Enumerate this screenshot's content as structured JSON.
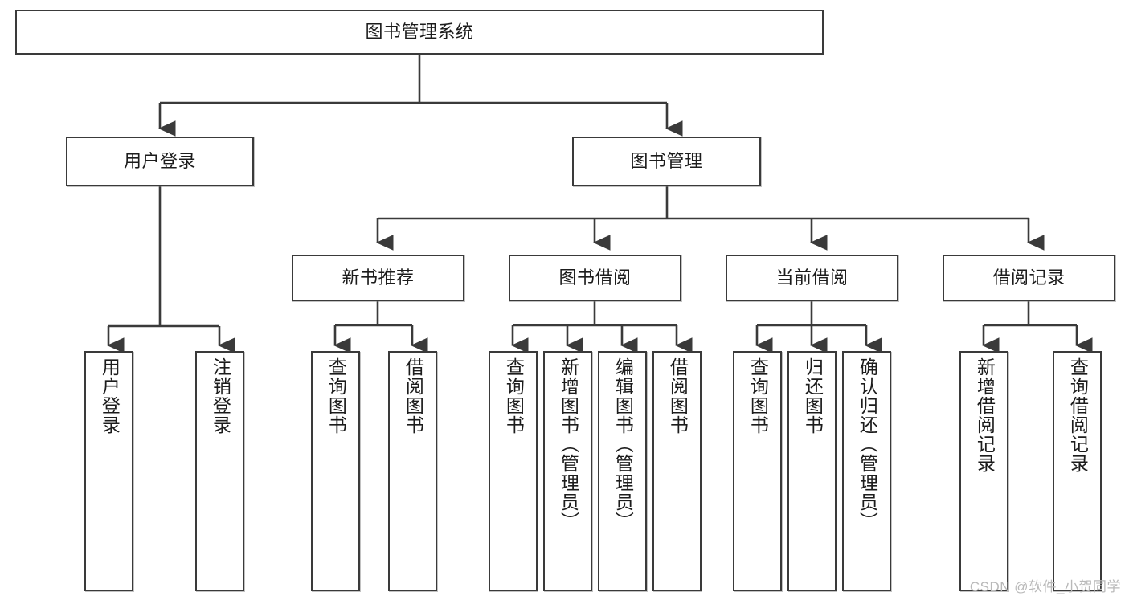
{
  "diagram": {
    "title_node": {
      "label": "图书管理系统"
    },
    "level2": [
      {
        "label": "用户登录"
      },
      {
        "label": "图书管理"
      }
    ],
    "level3": [
      {
        "label": "新书推荐"
      },
      {
        "label": "图书借阅"
      },
      {
        "label": "当前借阅"
      },
      {
        "label": "借阅记录"
      }
    ],
    "leaves": {
      "user_login": [
        {
          "label": "用户登录"
        },
        {
          "label": "注销登录"
        }
      ],
      "new_book_recommend": [
        {
          "label": "查询图书"
        },
        {
          "label": "借阅图书"
        }
      ],
      "book_borrow": [
        {
          "label": "查询图书"
        },
        {
          "label": "新增图书（管理员）"
        },
        {
          "label": "编辑图书（管理员）"
        },
        {
          "label": "借阅图书"
        }
      ],
      "current_borrow": [
        {
          "label": "查询图书"
        },
        {
          "label": "归还图书"
        },
        {
          "label": "确认归还（管理员）"
        }
      ],
      "borrow_record": [
        {
          "label": "新增借阅记录"
        },
        {
          "label": "查询借阅记录"
        }
      ]
    }
  },
  "watermark": {
    "text": "CSDN @软件_小贺同学"
  },
  "colors": {
    "border": "#3a3a3a",
    "text": "#1c1c1c",
    "background": "#ffffff",
    "watermark": "#b9b9b9"
  }
}
